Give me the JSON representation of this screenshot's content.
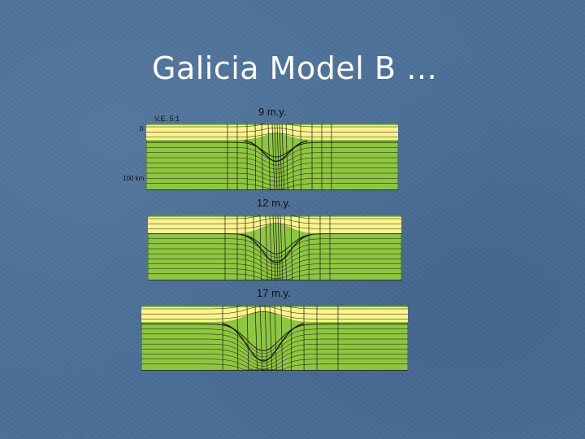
{
  "slide": {
    "title": "Galicia Model B …"
  },
  "panels": [
    {
      "time_label": "9 m.y."
    },
    {
      "time_label": "12 m.y."
    },
    {
      "time_label": "17 m.y."
    }
  ],
  "annotations": {
    "vertical_exaggeration": "V.E. 5:1",
    "depth_top": "0",
    "depth_bottom": "100 km"
  },
  "colors": {
    "background": "#4a6f98",
    "crust_yellow": "#fbf48a",
    "mantle_green": "#8ec63f",
    "lines": "#1a1a1a"
  }
}
